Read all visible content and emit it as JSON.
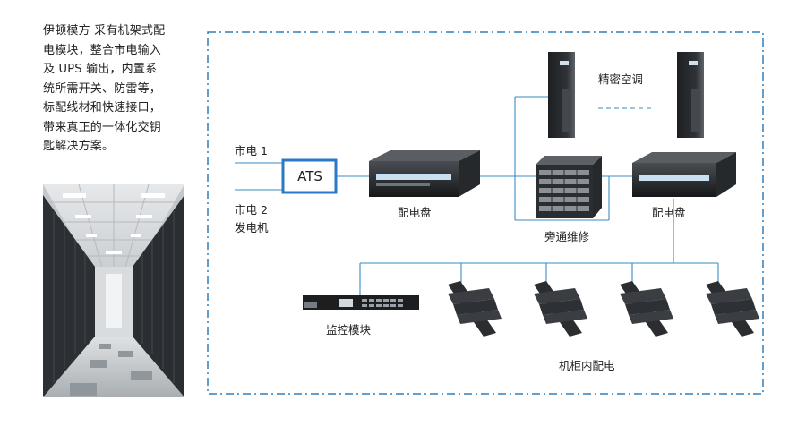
{
  "description": {
    "lines": [
      "伊顿模方 采有机架式配",
      "电模块，整合市电输入",
      "及 UPS 输出，内置系",
      "统所需开关、防雷等，",
      "标配线材和快速接口，",
      "带来真正的一体化交钥",
      "匙解决方案。"
    ]
  },
  "diagram": {
    "inputs": [
      "市电 1",
      "市电 2",
      "发电机"
    ],
    "ats_label": "ATS",
    "pdu_left_label": "配电盘",
    "pdu_right_label": "配电盘",
    "ups_label": "旁通维修",
    "ac_label": "精密空调",
    "monitor_label": "监控模块",
    "rack_pdu_label": "机柜内配电"
  },
  "colors": {
    "line": "#3a8bc4",
    "frame": "#2f7fbd",
    "ats_border": "#2a79c4"
  }
}
